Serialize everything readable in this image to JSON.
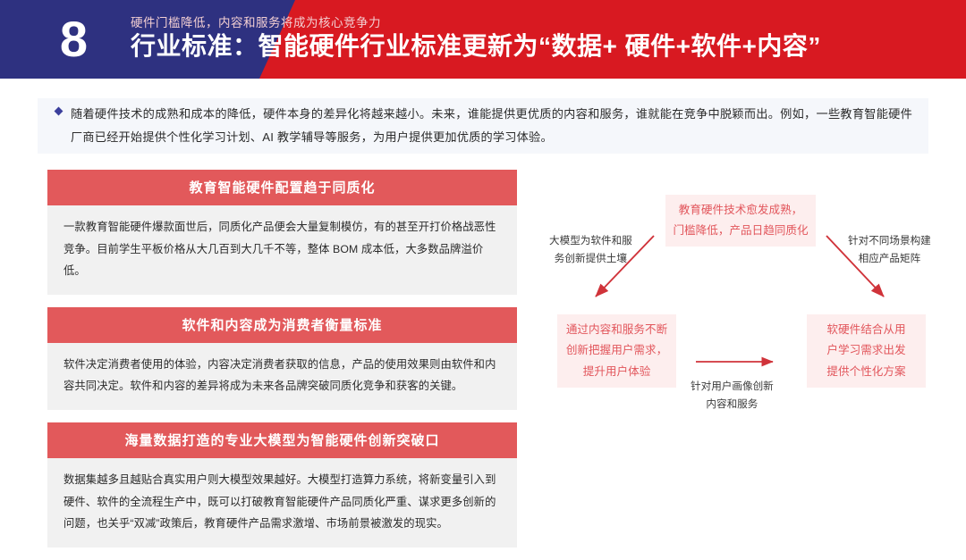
{
  "header": {
    "number": "8",
    "subtitle": "硬件门槛降低，内容和服务将成为核心竞争力",
    "title": "行业标准：智能硬件行业标准更新为“数据+ 硬件+软件+内容”",
    "navy_color": "#2e3180",
    "red_color": "#d81921"
  },
  "intro": {
    "bullet_icon": "diamond-bullet-icon",
    "text": "随着硬件技术的成熟和成本的降低，硬件本身的差异化将越来越小。未来，谁能提供更优质的内容和服务，谁就能在竞争中脱颖而出。例如，一些教育智能硬件厂商已经开始提供个性化学习计划、AI 教学辅导等服务，为用户提供更加优质的学习体验。"
  },
  "cards": [
    {
      "title": "教育智能硬件配置趋于同质化",
      "body": "一款教育智能硬件爆款面世后，同质化产品便会大量复制模仿，有的甚至开打价格战恶性竞争。目前学生平板价格从大几百到大几千不等，整体 BOM 成本低，大多数品牌溢价低。"
    },
    {
      "title": "软件和内容成为消费者衡量标准",
      "body": "软件决定消费者使用的体验，内容决定消费者获取的信息，产品的使用效果则由软件和内容共同决定。软件和内容的差异将成为未来各品牌突破同质化竞争和获客的关键。"
    },
    {
      "title": "海量数据打造的专业大模型为智能硬件创新突破口",
      "body": "数据集越多且越贴合真实用户则大模型效果越好。大模型打造算力系统，将新变量引入到硬件、软件的全流程生产中，既可以打破教育智能硬件产品同质化严重、谋求更多创新的问题，也关乎“双减”政策后，教育硬件产品需求激增、市场前景被激发的现实。"
    }
  ],
  "diagram": {
    "top_box": {
      "line1": "教育硬件技术愈发成熟，",
      "line2": "门槛降低，产品日趋同质化"
    },
    "left_label": {
      "line1": "大模型为软件和服",
      "line2": "务创新提供土壤"
    },
    "right_label": {
      "line1": "针对不同场景构建",
      "line2": "相应产品矩阵"
    },
    "bottom_left_box": {
      "line1": "通过内容和服务不断",
      "line2": "创新把握用户需求，",
      "line3": "提升用户体验"
    },
    "bottom_right_box": {
      "line1": "软硬件结合从用",
      "line2": "户学习需求出发",
      "line3": "提供个性化方案"
    },
    "middle_label": {
      "line1": "针对用户画像创新",
      "line2": "内容和服务"
    },
    "arrow_color": "#d0333a",
    "box_bg": "#fdeeee",
    "box_text_color": "#e2565c"
  },
  "theme": {
    "card_head_color": "#e2595b",
    "card_body_color": "#f1f1f1",
    "intro_bg": "#f5f7fb",
    "bullet_color": "#3b3f9c"
  }
}
